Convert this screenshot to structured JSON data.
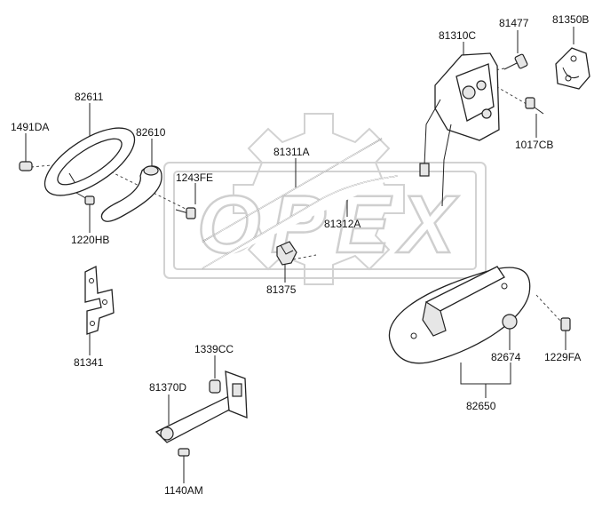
{
  "watermark": {
    "text": "OPEX"
  },
  "labels": {
    "l_1491DA": "1491DA",
    "l_82611": "82611",
    "l_82610": "82610",
    "l_1243FE": "1243FE",
    "l_1220HB": "1220HB",
    "l_81341": "81341",
    "l_81311A": "81311A",
    "l_81312A": "81312A",
    "l_81375": "81375",
    "l_81310C": "81310C",
    "l_81477": "81477",
    "l_81350B": "81350B",
    "l_1017CB": "1017CB",
    "l_82674": "82674",
    "l_1229FA": "1229FA",
    "l_82650": "82650",
    "l_1339CC": "1339CC",
    "l_81370D": "81370D",
    "l_1140AM": "1140AM"
  }
}
